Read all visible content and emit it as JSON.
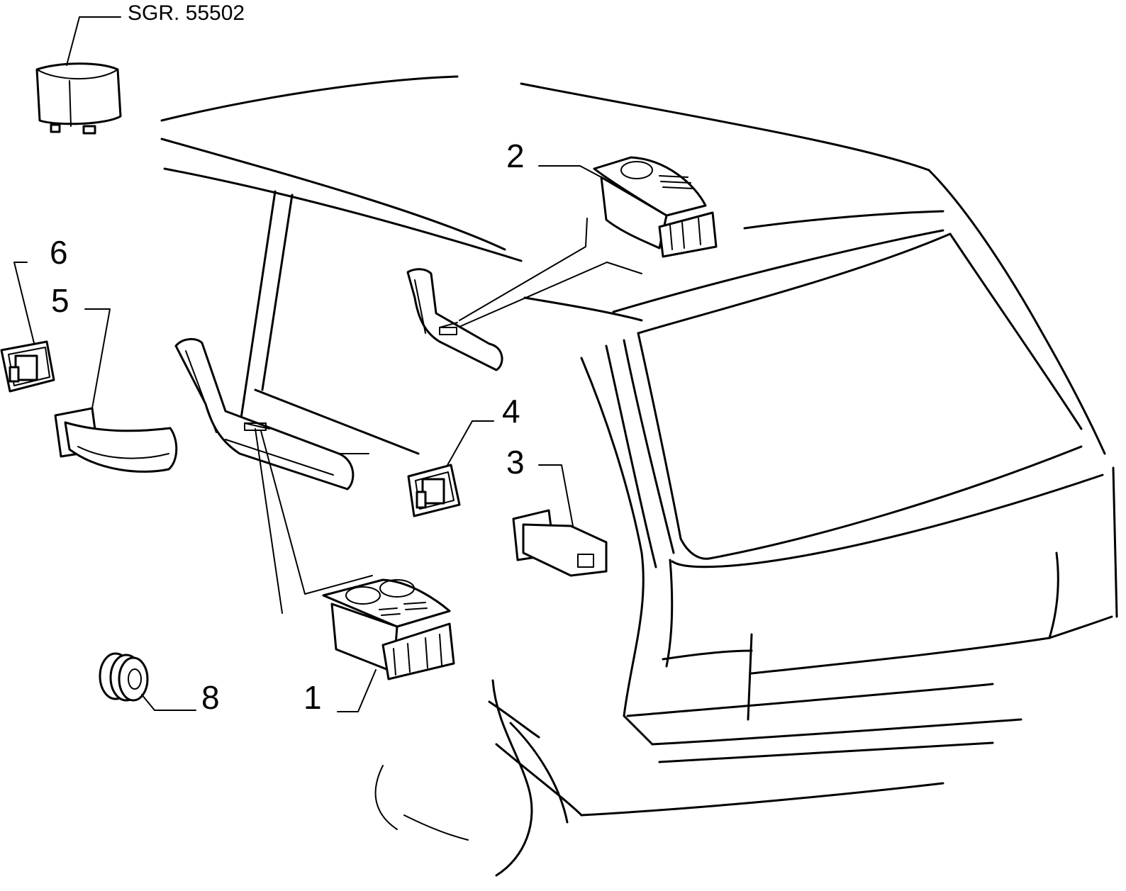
{
  "reference": "SGR. 55502",
  "callouts": {
    "c1": "1",
    "c2": "2",
    "c3": "3",
    "c4": "4",
    "c5": "5",
    "c6": "6",
    "c8": "8"
  },
  "colors": {
    "line": "#000000",
    "background": "#ffffff"
  }
}
